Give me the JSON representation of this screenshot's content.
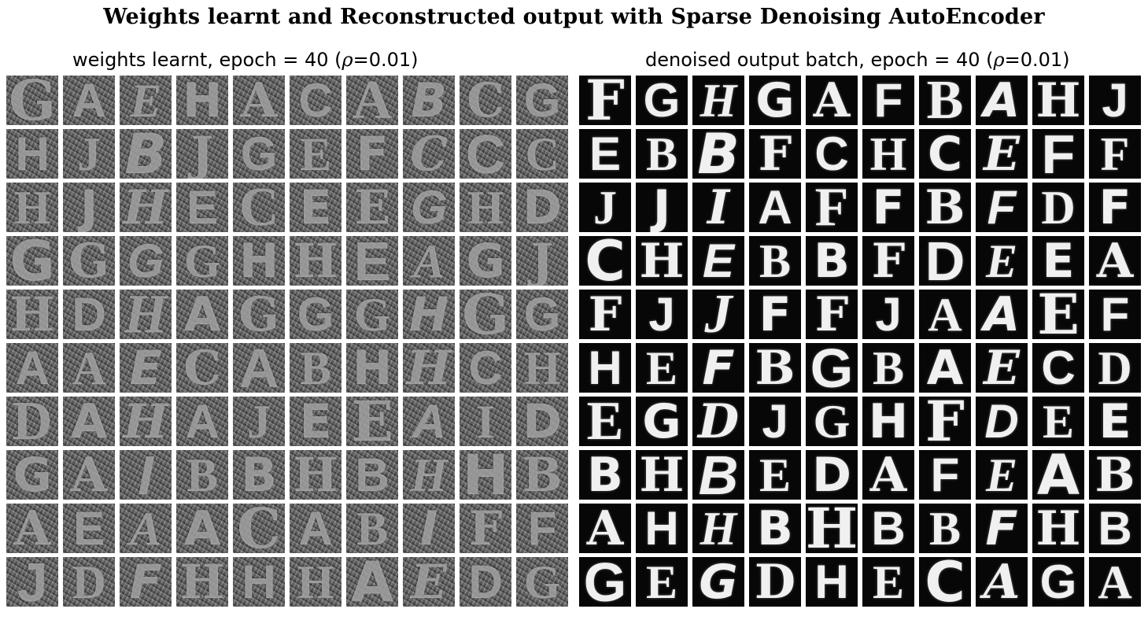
{
  "title": "Weights learnt and Reconstructed output with Sparse Denoising AutoEncoder",
  "left_panel": {
    "title_prefix": "weights learnt, epoch = 40 (",
    "rho_symbol": "ρ",
    "title_suffix": "=0.01)",
    "tiles": [
      [
        "G",
        "A",
        "E",
        "H",
        "A",
        "C",
        "A",
        "B",
        "C",
        "G"
      ],
      [
        "H",
        "J",
        "B",
        "J",
        "G",
        "E",
        "F",
        "C",
        "C",
        "C"
      ],
      [
        "H",
        "J",
        "H",
        "E",
        "C",
        "E",
        "E",
        "G",
        "H",
        "D"
      ],
      [
        "G",
        "G",
        "G",
        "G",
        "H",
        "H",
        "E",
        "A",
        "G",
        "J"
      ],
      [
        "H",
        "D",
        "H",
        "A",
        "G",
        "G",
        "G",
        "H",
        "G",
        "G"
      ],
      [
        "A",
        "A",
        "E",
        "C",
        "A",
        "B",
        "H",
        "H",
        "C",
        "H"
      ],
      [
        "D",
        "A",
        "H",
        "A",
        "J",
        "E",
        "E",
        "A",
        "I",
        "D"
      ],
      [
        "G",
        "A",
        "I",
        "B",
        "B",
        "H",
        "B",
        "H",
        "H",
        "B"
      ],
      [
        "A",
        "E",
        "A",
        "A",
        "C",
        "A",
        "B",
        "I",
        "F",
        "F"
      ],
      [
        "J",
        "D",
        "F",
        "H",
        "H",
        "H",
        "A",
        "E",
        "D",
        "G"
      ]
    ]
  },
  "right_panel": {
    "title_prefix": "denoised output batch, epoch = 40 (",
    "rho_symbol": "ρ",
    "title_suffix": "=0.01)",
    "tiles": [
      [
        "F",
        "G",
        "H",
        "G",
        "A",
        "F",
        "B",
        "A",
        "H",
        "J"
      ],
      [
        "E",
        "B",
        "B",
        "F",
        "C",
        "H",
        "C",
        "E",
        "F",
        "F"
      ],
      [
        "J",
        "J",
        "I",
        "A",
        "F",
        "F",
        "B",
        "F",
        "D",
        "F"
      ],
      [
        "C",
        "H",
        "E",
        "B",
        "B",
        "F",
        "D",
        "E",
        "E",
        "A"
      ],
      [
        "F",
        "J",
        "J",
        "F",
        "F",
        "J",
        "A",
        "A",
        "E",
        "F"
      ],
      [
        "H",
        "E",
        "F",
        "B",
        "G",
        "B",
        "A",
        "E",
        "C",
        "D"
      ],
      [
        "E",
        "G",
        "D",
        "J",
        "G",
        "H",
        "F",
        "D",
        "E",
        "E"
      ],
      [
        "B",
        "H",
        "B",
        "E",
        "D",
        "A",
        "F",
        "E",
        "A",
        "B"
      ],
      [
        "A",
        "H",
        "H",
        "B",
        "H",
        "B",
        "B",
        "F",
        "H",
        "B"
      ],
      [
        "G",
        "E",
        "G",
        "D",
        "H",
        "E",
        "C",
        "A",
        "G",
        "A"
      ]
    ]
  }
}
